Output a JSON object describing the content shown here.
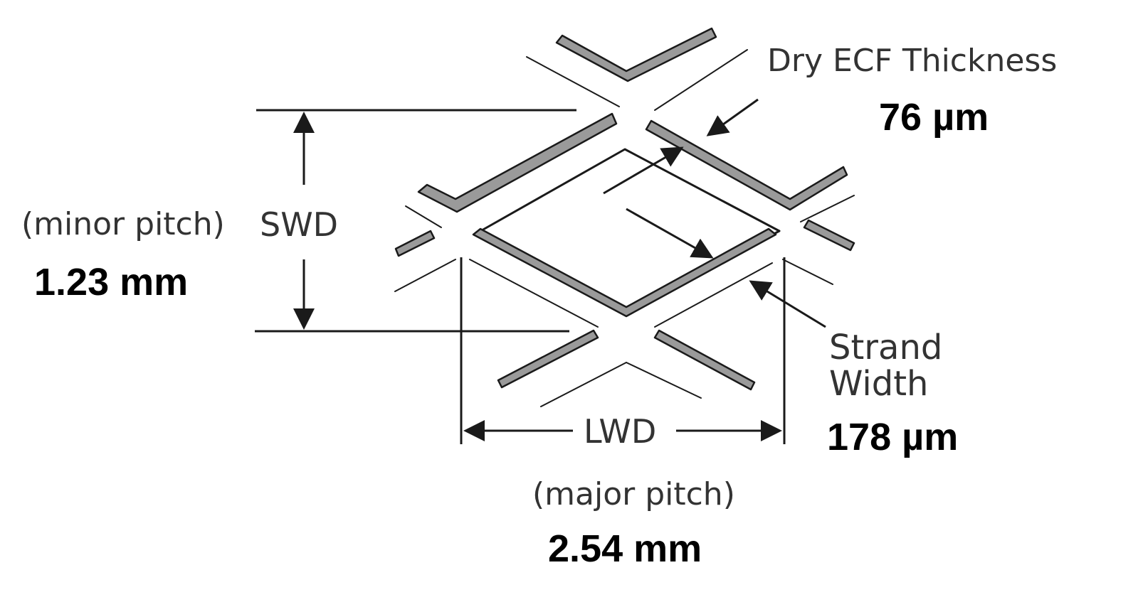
{
  "labels": {
    "thickness_title": "Dry ECF Thickness",
    "thickness_value": "76 µm",
    "swd": "SWD",
    "minor_pitch": "(minor pitch)",
    "minor_pitch_value": "1.23 mm",
    "strand_line1": "Strand",
    "strand_line2": "Width",
    "strand_value": "178 µm",
    "lwd": "LWD",
    "major_pitch": "(major pitch)",
    "major_pitch_value": "2.54 mm"
  }
}
